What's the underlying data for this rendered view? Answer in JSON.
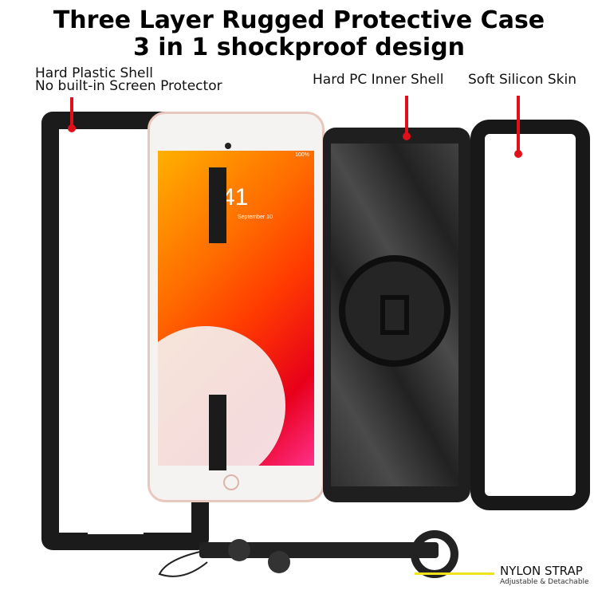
{
  "heading": {
    "line1": "Three Layer Rugged Protective Case",
    "line2": "3 in 1 shockproof design"
  },
  "labels": {
    "hard_shell_1": "Hard Plastic Shell",
    "hard_shell_2": "No built-in Screen Protector",
    "inner_shell": "Hard PC Inner Shell",
    "skin": "Soft Silicon Skin",
    "strap": "NYLON STRAP",
    "strap_sub": "Adjustable & Detachable"
  },
  "ipad_screen": {
    "time": "41",
    "date": "September 10",
    "status": "100%"
  },
  "colors": {
    "accent_red": "#e0101a",
    "strap_pointer": "#f2e21a",
    "case": "#1b1b1b"
  }
}
